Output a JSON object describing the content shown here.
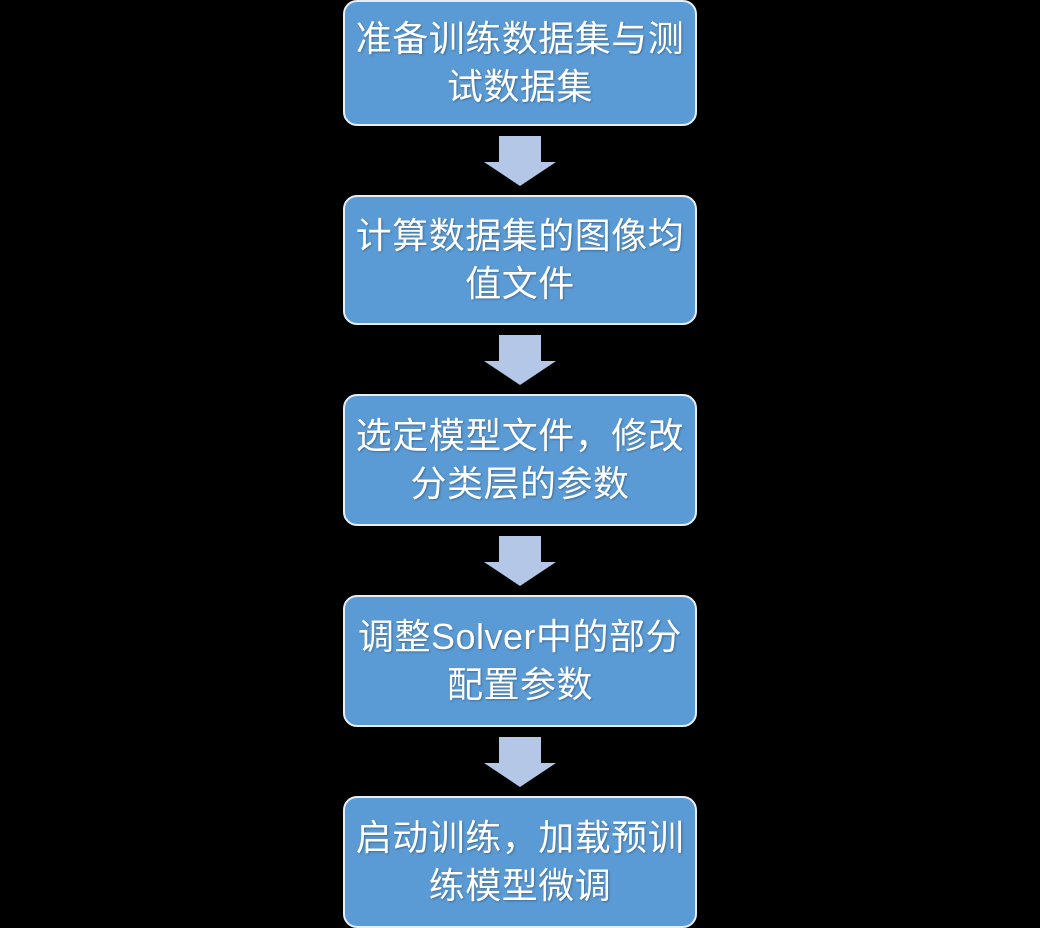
{
  "diagram": {
    "type": "vertical-flowchart",
    "title": "",
    "background_color": "#000000",
    "box_fill_color": "#5B9BD5",
    "box_border_color": "#E8EEF7",
    "box_text_color": "#FFFFFF",
    "arrow_color": "#B4C7E7",
    "steps": [
      {
        "id": "step-1",
        "label": "准备训练数据集与测试数据集"
      },
      {
        "id": "step-2",
        "label": "计算数据集的图像均值文件"
      },
      {
        "id": "step-3",
        "label": "选定模型文件，修改分类层的参数"
      },
      {
        "id": "step-4",
        "label": "调整Solver中的部分配置参数"
      },
      {
        "id": "step-5",
        "label": "启动训练，加载预训练模型微调"
      }
    ],
    "connectors": [
      {
        "id": "arrow-1",
        "icon": "down-arrow-icon",
        "from": "step-1",
        "to": "step-2"
      },
      {
        "id": "arrow-2",
        "icon": "down-arrow-icon",
        "from": "step-2",
        "to": "step-3"
      },
      {
        "id": "arrow-3",
        "icon": "down-arrow-icon",
        "from": "step-3",
        "to": "step-4"
      },
      {
        "id": "arrow-4",
        "icon": "down-arrow-icon",
        "from": "step-4",
        "to": "step-5"
      }
    ]
  }
}
